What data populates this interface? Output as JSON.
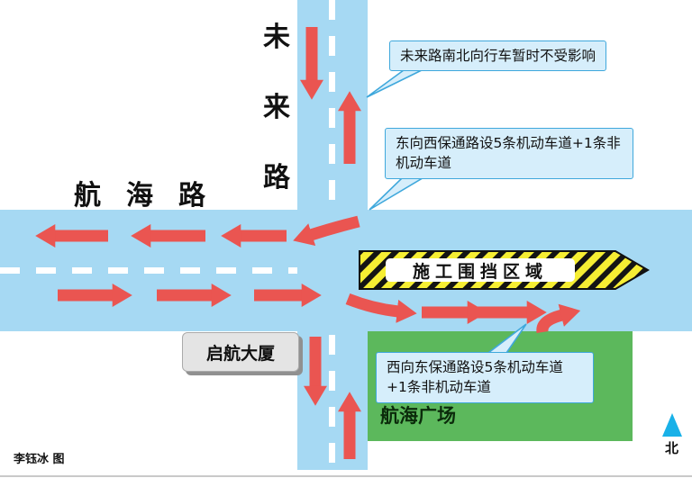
{
  "diagram": {
    "credit": "李钰冰 图",
    "north_label": "北"
  },
  "roads": {
    "vertical_name": "未来路",
    "vertical_name_chars": [
      "未",
      "来",
      "路"
    ],
    "horizontal_name": "航海路"
  },
  "areas": {
    "construction_zone_label": "施工围挡区域",
    "building_label": "启航大厦",
    "plaza_label": "航海广场"
  },
  "callouts": [
    {
      "id": "north-south-note",
      "text": "未来路南北向行车暂时不受影响"
    },
    {
      "id": "east-west-note",
      "text": "东向西保通路设5条机动车道+1条非机动车道"
    },
    {
      "id": "west-east-note",
      "text": "西向东保通路设5条机动车道+1条非机动车道"
    }
  ],
  "colors": {
    "road": "#a6d9f3",
    "arrow": "#ea5551",
    "callout-fill": "#d6eefb",
    "callout-border": "#3fa8dc",
    "hazard-yellow": "#f6ee33",
    "hazard-stripe": "#141414",
    "plaza-green": "#5cb85c",
    "building-gray": "#e4e4e4",
    "north-arrow": "#19b1e8",
    "dash-white": "#ffffff"
  }
}
